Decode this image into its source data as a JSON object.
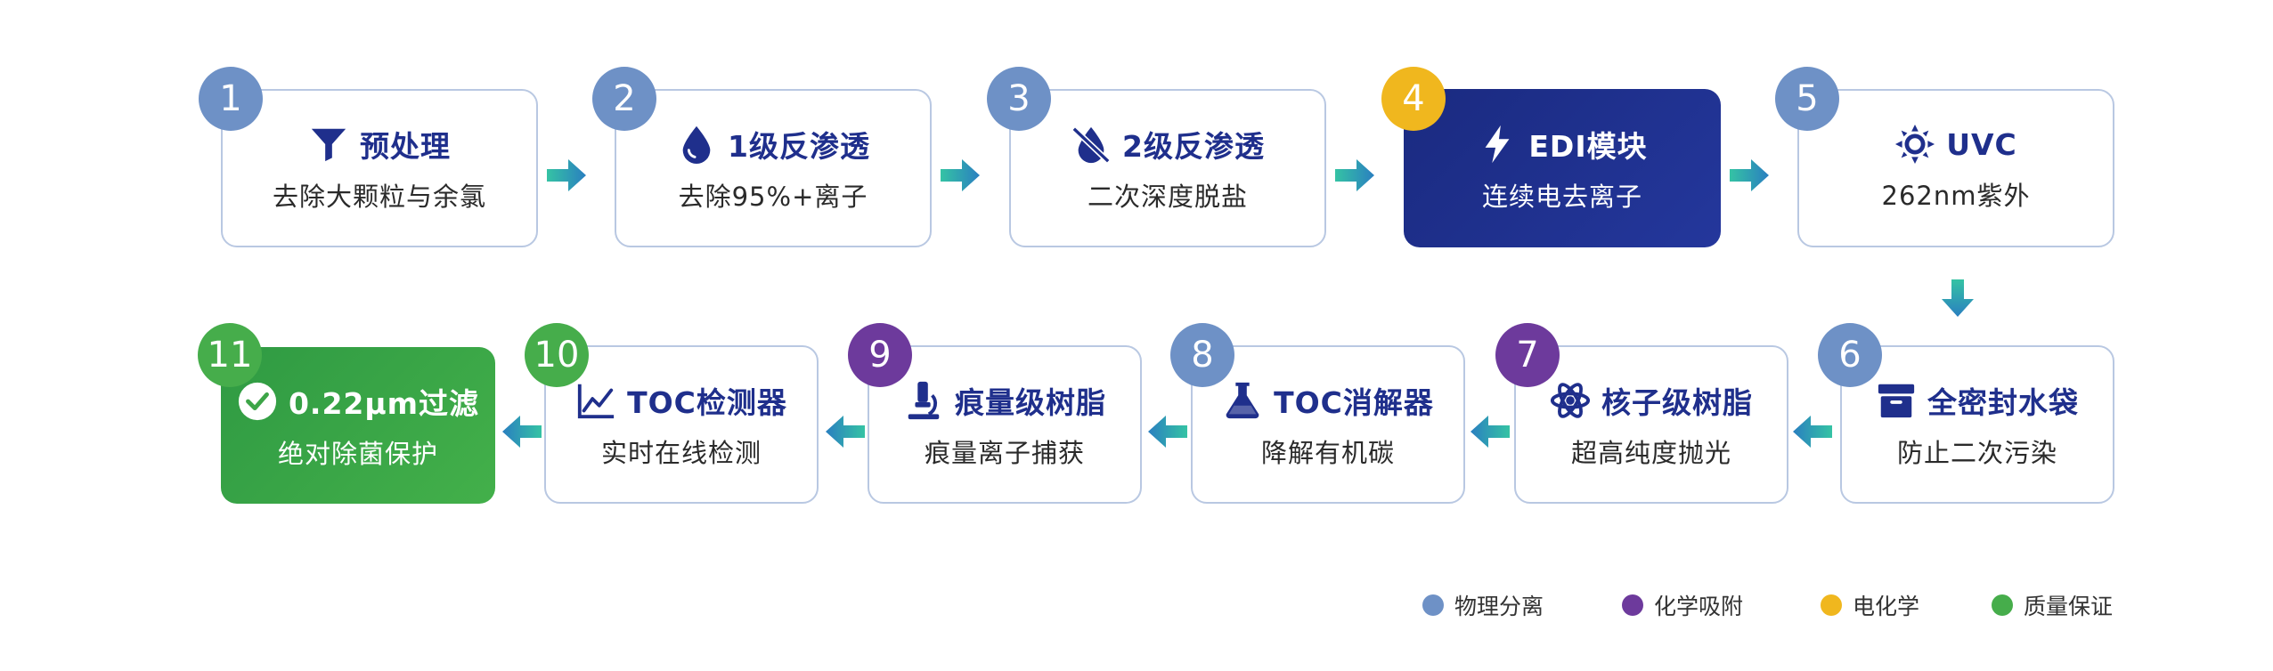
{
  "colors": {
    "physical": "#6e91c6",
    "chemical": "#6d3a9c",
    "electrochemical": "#f0b71e",
    "quality": "#46ad4b",
    "title_text": "#1f2f8c",
    "dark_card": "#1f3190",
    "arrow_start": "#2a7fc0",
    "arrow_end": "#35c3a4"
  },
  "steps": [
    {
      "number": "1",
      "icon": "funnel-icon",
      "title": "预处理",
      "subtitle": "去除大颗粒与余氯",
      "category": "physical"
    },
    {
      "number": "2",
      "icon": "water-drop-icon",
      "title": "1级反渗透",
      "subtitle": "去除95%+离子",
      "category": "physical"
    },
    {
      "number": "3",
      "icon": "no-drop-icon",
      "title": "2级反渗透",
      "subtitle": "二次深度脱盐",
      "category": "physical"
    },
    {
      "number": "4",
      "icon": "lightning-icon",
      "title": "EDI模块",
      "subtitle": "连续电去离子",
      "category": "electrochemical"
    },
    {
      "number": "5",
      "icon": "sun-icon",
      "title": "UVC",
      "subtitle": "262nm紫外",
      "category": "physical"
    },
    {
      "number": "6",
      "icon": "archive-box-icon",
      "title": "全密封水袋",
      "subtitle": "防止二次污染",
      "category": "physical"
    },
    {
      "number": "7",
      "icon": "atom-icon",
      "title": "核子级树脂",
      "subtitle": "超高纯度抛光",
      "category": "chemical"
    },
    {
      "number": "8",
      "icon": "flask-icon",
      "title": "TOC消解器",
      "subtitle": "降解有机碳",
      "category": "physical"
    },
    {
      "number": "9",
      "icon": "microscope-icon",
      "title": "痕量级树脂",
      "subtitle": "痕量离子捕获",
      "category": "chemical"
    },
    {
      "number": "10",
      "icon": "line-chart-icon",
      "title": "TOC检测器",
      "subtitle": "实时在线检测",
      "category": "quality"
    },
    {
      "number": "11",
      "icon": "check-circle-icon",
      "title": "0.22μm过滤",
      "subtitle": "绝对除菌保护",
      "category": "quality"
    }
  ],
  "legend": [
    {
      "label": "物理分离",
      "color": "#6e91c6"
    },
    {
      "label": "化学吸附",
      "color": "#6d3a9c"
    },
    {
      "label": "电化学",
      "color": "#f0b71e"
    },
    {
      "label": "质量保证",
      "color": "#46ad4b"
    }
  ]
}
